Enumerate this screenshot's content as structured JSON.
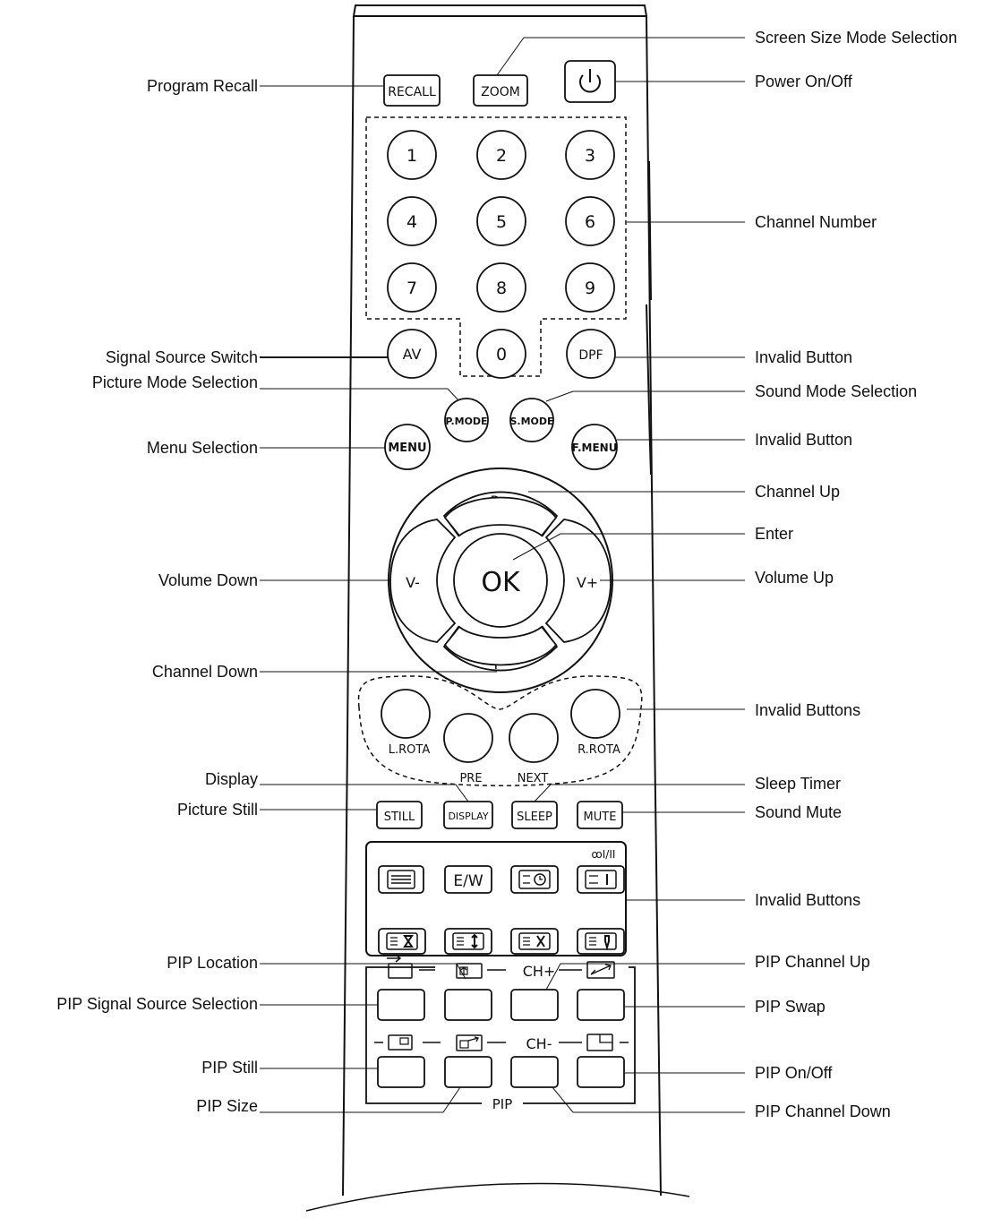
{
  "diagram": {
    "annotations": {
      "program_recall": "Program  Recall",
      "screen_size": "Screen Size Mode Selection",
      "power": "Power On/Off",
      "channel_number": "Channel Number",
      "signal_source": "Signal Source Switch",
      "picture_mode": "Picture  Mode  Selection",
      "invalid_dpf": "Invalid Button",
      "sound_mode": "Sound Mode Selection",
      "menu_selection": "Menu Selection",
      "invalid_fmenu": "Invalid Button",
      "channel_up": "Channel Up",
      "enter": "Enter",
      "volume_down": "Volume Down",
      "volume_up": "Volume Up",
      "channel_down": "Channel  Down",
      "invalid_rota": "Invalid Buttons",
      "display": "Display",
      "sleep_timer": "Sleep Timer",
      "picture_still": "Picture  Still",
      "sound_mute": "Sound Mute",
      "invalid_teletext": "Invalid Buttons",
      "pip_location": "PIP Location",
      "pip_channel_up": "PIP Channel Up",
      "pip_signal_source": "PIP  Signal  Source  Selection",
      "pip_swap": "PIP Swap",
      "pip_still": "PIP Still",
      "pip_on_off": "PIP On/Off",
      "pip_size": "PIP  Size",
      "pip_channel_down": "PIP Channel Down"
    },
    "keys": {
      "recall": "RECALL",
      "zoom": "ZOOM",
      "digits": [
        "1",
        "2",
        "3",
        "4",
        "5",
        "6",
        "7",
        "8",
        "9",
        "0"
      ],
      "av": "AV",
      "dpf": "DPF",
      "pmode": "P.MODE",
      "smode": "S.MODE",
      "menu": "MENU",
      "fmenu": "F.MENU",
      "p_plus": "P+",
      "p_minus": "P-",
      "v_minus": "V-",
      "v_plus": "V+",
      "ok": "OK",
      "lrota": "L.ROTA",
      "rrota": "R.ROTA",
      "pre": "PRE",
      "next": "NEXT",
      "still": "STILL",
      "display": "DISPLAY",
      "sleep": "SLEEP",
      "mute": "MUTE",
      "ew": "E/W",
      "dual": "ꝏI/II",
      "ch_plus": "CH+",
      "ch_minus": "CH-",
      "pip": "PIP"
    }
  }
}
